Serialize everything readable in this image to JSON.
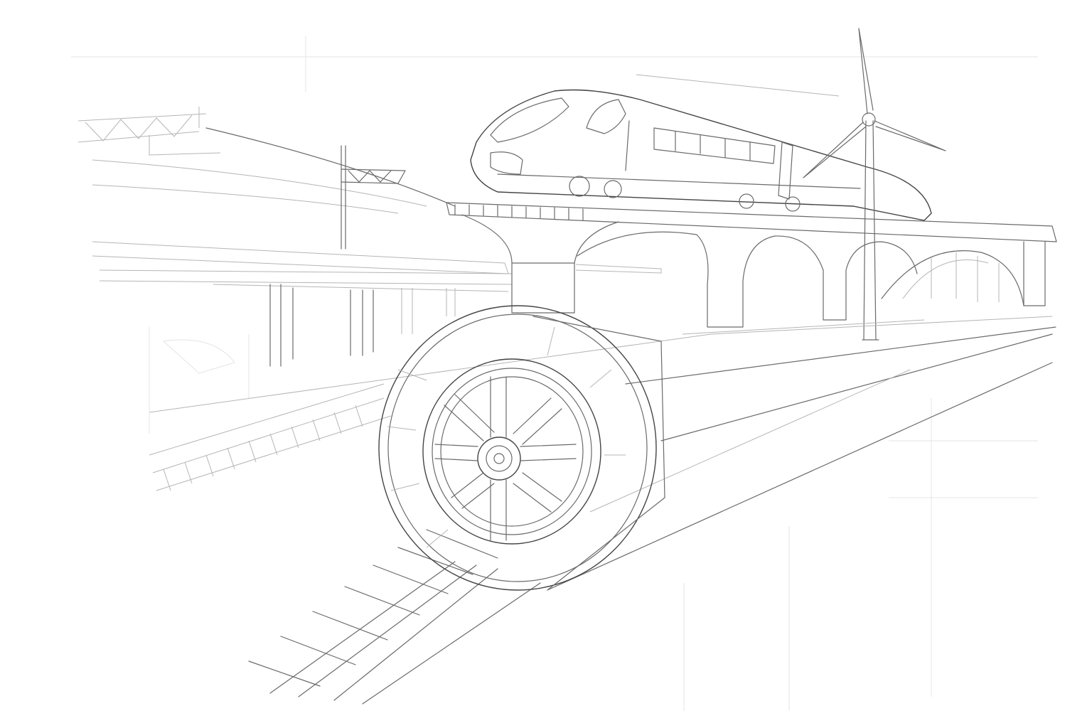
{
  "colors": {
    "background": "#ffffff",
    "line": "#6a6a6a",
    "faint_line": "#b5b5b5",
    "guide_line": "#e4e4e4"
  },
  "icons": [
    "train",
    "wind-turbine",
    "train-wheel",
    "railway-track",
    "viaduct",
    "power-pylon"
  ]
}
